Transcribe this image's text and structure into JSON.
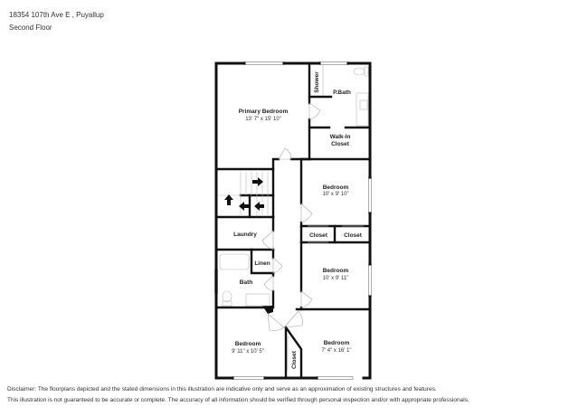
{
  "header": {
    "address": "18354 107th Ave E , Puyallup",
    "floor": "Second Floor"
  },
  "rooms": {
    "primary_bedroom": {
      "name": "Primary Bedroom",
      "dims": "13' 7\" x 15' 10\""
    },
    "shower": {
      "name": "Shower"
    },
    "p_bath": {
      "name": "P.Bath"
    },
    "walk_in_closet": {
      "name_line1": "Walk-In",
      "name_line2": "Closet"
    },
    "bedroom_1": {
      "name": "Bedroom",
      "dims": "10' x 9' 10\""
    },
    "closet_1": {
      "name": "Closet"
    },
    "closet_2": {
      "name": "Closet"
    },
    "laundry": {
      "name": "Laundry"
    },
    "linen": {
      "name": "Linen"
    },
    "bath": {
      "name": "Bath"
    },
    "bedroom_2": {
      "name": "Bedroom",
      "dims": "10' x 9' 11\""
    },
    "bedroom_3": {
      "name": "Bedroom",
      "dims": "9' 11\" x 10' 5\""
    },
    "bedroom_4": {
      "name": "Bedroom",
      "dims": "7' 4\" x 16' 1\""
    },
    "closet_3": {
      "name": "Closet"
    }
  },
  "stairs": {
    "arrows": [
      "right",
      "up",
      "left",
      "left"
    ]
  },
  "disclaimer": {
    "line1": "Disclaimer: The floorplans depicted and the stated dimensions in this illustration are indicative only and serve as an approximation of existing structures and features.",
    "line2": "This illustration is not guaranteed to be accurate or complete. The accuracy of all information should be verified through personal inspection and/or with appropriate professionals."
  }
}
